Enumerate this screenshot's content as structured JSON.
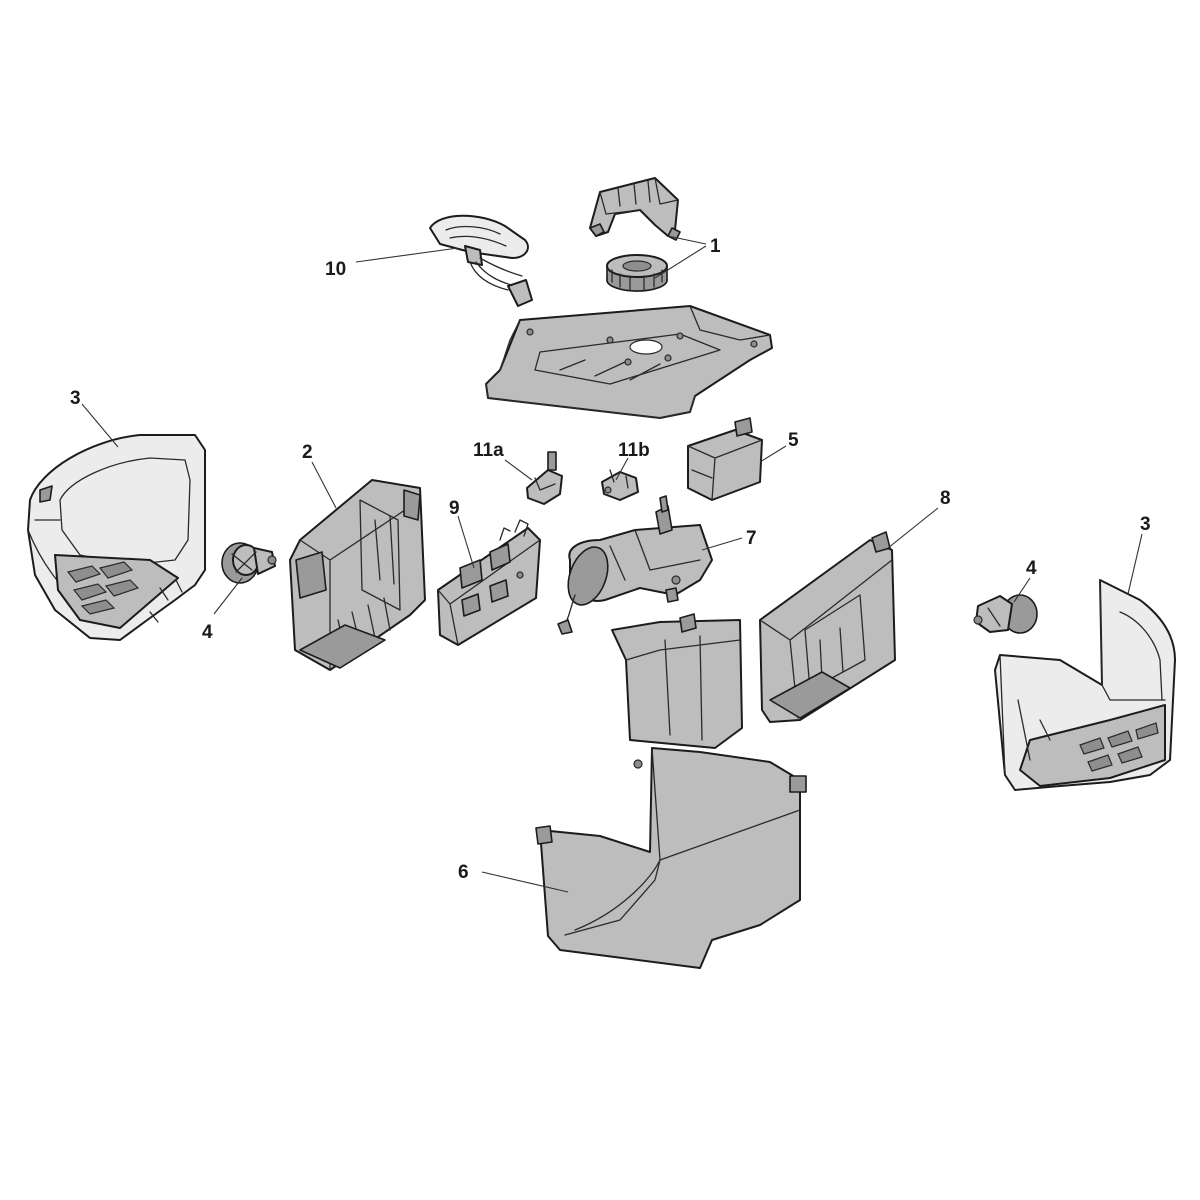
{
  "callouts": {
    "label_1": "1",
    "label_2": "2",
    "label_3_left": "3",
    "label_3_right": "3",
    "label_4_left": "4",
    "label_4_right": "4",
    "label_5": "5",
    "label_6": "6",
    "label_7": "7",
    "label_8": "8",
    "label_9": "9",
    "label_10": "10",
    "label_11a": "11a",
    "label_11b": "11b"
  }
}
